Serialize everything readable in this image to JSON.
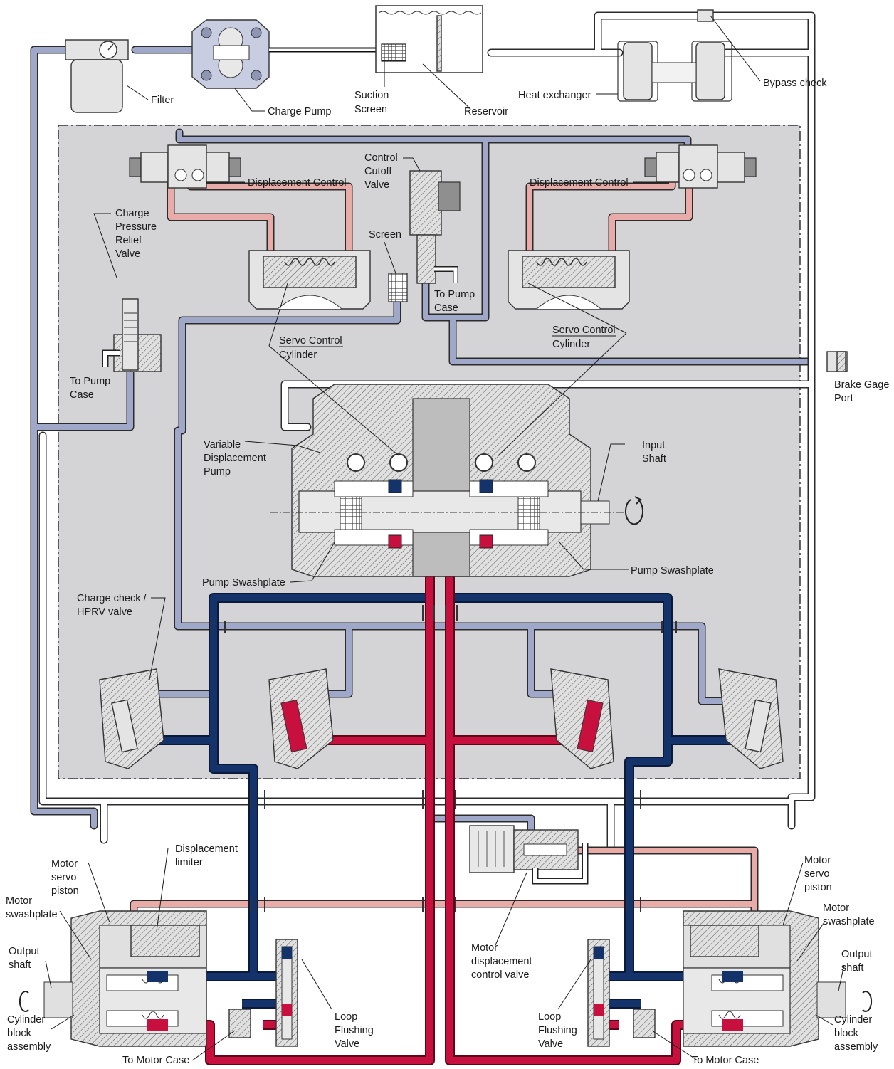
{
  "labels": {
    "filter": "Filter",
    "charge_pump": "Charge Pump",
    "suction_screen_1": "Suction",
    "suction_screen_2": "Screen",
    "reservoir": "Reservoir",
    "heat_exchanger": "Heat exchanger",
    "bypass_check": "Bypass check",
    "disp_control_left": "Displacement Control",
    "disp_control_right": "Displacement Control",
    "control_cutoff_1": "Control",
    "control_cutoff_2": "Cutoff",
    "control_cutoff_3": "Valve",
    "charge_relief_1": "Charge",
    "charge_relief_2": "Pressure",
    "charge_relief_3": "Relief",
    "charge_relief_4": "Valve",
    "screen": "Screen",
    "to_pump_case_right_1": "To Pump",
    "to_pump_case_right_2": "Case",
    "servo_left_1": "Servo Control",
    "servo_left_2": "Cylinder",
    "servo_right_1": "Servo Control",
    "servo_right_2": "Cylinder",
    "to_pump_case_left_1": "To Pump",
    "to_pump_case_left_2": "Case",
    "brake_gage_1": "Brake Gage",
    "brake_gage_2": "Port",
    "var_disp_1": "Variable",
    "var_disp_2": "Displacement",
    "var_disp_3": "Pump",
    "input_shaft_1": "Input",
    "input_shaft_2": "Shaft",
    "pump_swash_left": "Pump Swashplate",
    "pump_swash_right": "Pump Swashplate",
    "charge_check_1": "Charge check /",
    "charge_check_2": "HPRV valve",
    "disp_limiter_1": "Displacement",
    "disp_limiter_2": "limiter",
    "motor_servo_left_1": "Motor",
    "motor_servo_left_2": "servo",
    "motor_servo_left_3": "piston",
    "motor_swash_left_1": "Motor",
    "motor_swash_left_2": "swashplate",
    "output_shaft_left_1": "Output",
    "output_shaft_left_2": "shaft",
    "cyl_block_left_1": "Cylinder",
    "cyl_block_left_2": "block",
    "cyl_block_left_3": "assembly",
    "to_motor_case_left": "To Motor Case",
    "loop_flush_left_1": "Loop",
    "loop_flush_left_2": "Flushing",
    "loop_flush_left_3": "Valve",
    "motor_disp_valve_1": "Motor",
    "motor_disp_valve_2": "displacement",
    "motor_disp_valve_3": "control valve",
    "loop_flush_right_1": "Loop",
    "loop_flush_right_2": "Flushing",
    "loop_flush_right_3": "Valve",
    "to_motor_case_right": "To Motor Case",
    "motor_servo_right_1": "Motor",
    "motor_servo_right_2": "servo",
    "motor_servo_right_3": "piston",
    "motor_swash_right_1": "Motor",
    "motor_swash_right_2": "swashplate",
    "output_shaft_right_1": "Output",
    "output_shaft_right_2": "shaft",
    "cyl_block_right_1": "Cylinder",
    "cyl_block_right_2": "block",
    "cyl_block_right_3": "assembly"
  },
  "colors": {
    "charge_line": "#9fa8c8",
    "high_pressure_a": "#14336b",
    "high_pressure_b": "#c8103e",
    "servo_line": "#e9aba8",
    "case_drain": "#ffffff",
    "panel": "#d4d4d6"
  }
}
